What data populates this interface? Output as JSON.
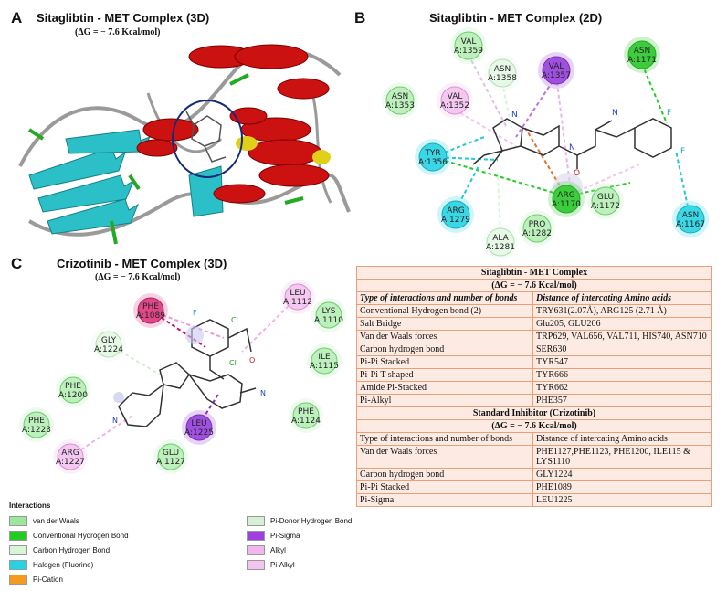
{
  "panels": {
    "a": {
      "letter": "A",
      "title": "Sitaglibtin - MET Complex (3D)",
      "subtitle": "(ΔG = − 7.6 Kcal/mol)"
    },
    "b": {
      "letter": "B",
      "title": "Sitaglibtin - MET Complex (2D)"
    },
    "c": {
      "letter": "C",
      "title": "Crizotinib - MET Complex (3D)",
      "subtitle": "(ΔG = − 7.6 Kcal/mol)"
    }
  },
  "residues_b": [
    {
      "name": "VAL",
      "num": "A:1359"
    },
    {
      "name": "ASN",
      "num": "A:1358"
    },
    {
      "name": "VAL",
      "num": "A:1357"
    },
    {
      "name": "ASN",
      "num": "A:1171"
    },
    {
      "name": "VAL",
      "num": "A:1352"
    },
    {
      "name": "ASN",
      "num": "A:1353"
    },
    {
      "name": "TYR",
      "num": "A:1356"
    },
    {
      "name": "ARG",
      "num": "A:1279"
    },
    {
      "name": "ALA",
      "num": "A:1281"
    },
    {
      "name": "PRO",
      "num": "A:1282"
    },
    {
      "name": "ARG",
      "num": "A:1170"
    },
    {
      "name": "GLU",
      "num": "A:1172"
    },
    {
      "name": "ASN",
      "num": "A:1167"
    }
  ],
  "residues_c": [
    {
      "name": "PHE",
      "num": "A:1089"
    },
    {
      "name": "LEU",
      "num": "A:1112"
    },
    {
      "name": "LYS",
      "num": "A:1110"
    },
    {
      "name": "GLY",
      "num": "A:1224"
    },
    {
      "name": "ILE",
      "num": "A:1115"
    },
    {
      "name": "PHE",
      "num": "A:1200"
    },
    {
      "name": "PHE",
      "num": "A:1124"
    },
    {
      "name": "PHE",
      "num": "A:1223"
    },
    {
      "name": "LEU",
      "num": "A:1225"
    },
    {
      "name": "GLU",
      "num": "A:1127"
    },
    {
      "name": "ARG",
      "num": "A:1227"
    }
  ],
  "legend": {
    "title": "Interactions",
    "items": [
      {
        "label": "van der Waals",
        "color": "#9be89b"
      },
      {
        "label": "Conventional Hydrogen Bond",
        "color": "#22cc22"
      },
      {
        "label": "Carbon Hydrogen Bond",
        "color": "#d8f5d8"
      },
      {
        "label": "Halogen (Fluorine)",
        "color": "#22d4e6"
      },
      {
        "label": "Pi-Cation",
        "color": "#f39a1f"
      },
      {
        "label": "Pi-Donor Hydrogen Bond",
        "color": "#d6f0d6"
      },
      {
        "label": "Pi-Sigma",
        "color": "#a040e0"
      },
      {
        "label": "Alkyl",
        "color": "#f2b8ee"
      },
      {
        "label": "Pi-Alkyl",
        "color": "#f4c4f0"
      }
    ]
  },
  "table": {
    "header1": "Sitaglibtin - MET Complex",
    "dg1": "(ΔG = − 7.6 Kcal/mol)",
    "col1": "Type of interactions and number of bonds",
    "col2": "Distance of intercating Amino acids",
    "rows1": [
      [
        "Conventional Hydrogen bond (2)",
        "TRY631(2.07Å), ARG125 (2.71 Å)"
      ],
      [
        "Salt Bridge",
        "Glu205, GLU206"
      ],
      [
        "Van der Waals forces",
        "TRP629, VAL656, VAL711, HIS740, ASN710"
      ],
      [
        "Carbon hydrogen bond",
        "SER630"
      ],
      [
        "Pi-Pi Stacked",
        "TYR547"
      ],
      [
        "Pi-Pi T shaped",
        "TYR666"
      ],
      [
        "Amide Pi-Stacked",
        "TYR662"
      ],
      [
        "Pi-Alkyl",
        "PHE357"
      ]
    ],
    "header2": "Standard Inhibitor (Crizotinib)",
    "dg2": "(ΔG = − 7.6 Kcal/mol)",
    "col1b": "Type of interactions and number of bonds",
    "col2b": "Distance of intercating Amino acids",
    "rows2": [
      [
        "Van der Waals forces",
        "PHE1127,PHE1123, PHE1200, ILE115 & LYS1110"
      ],
      [
        "Carbon hydrogen bond",
        "GLY1224"
      ],
      [
        "Pi-Pi Stacked",
        "PHE1089"
      ],
      [
        "Pi-Sigma",
        "LEU1225"
      ]
    ]
  },
  "atom_labels": {
    "n": "N",
    "o": "O",
    "f": "F",
    "cl": "Cl",
    "nh2": "N"
  }
}
